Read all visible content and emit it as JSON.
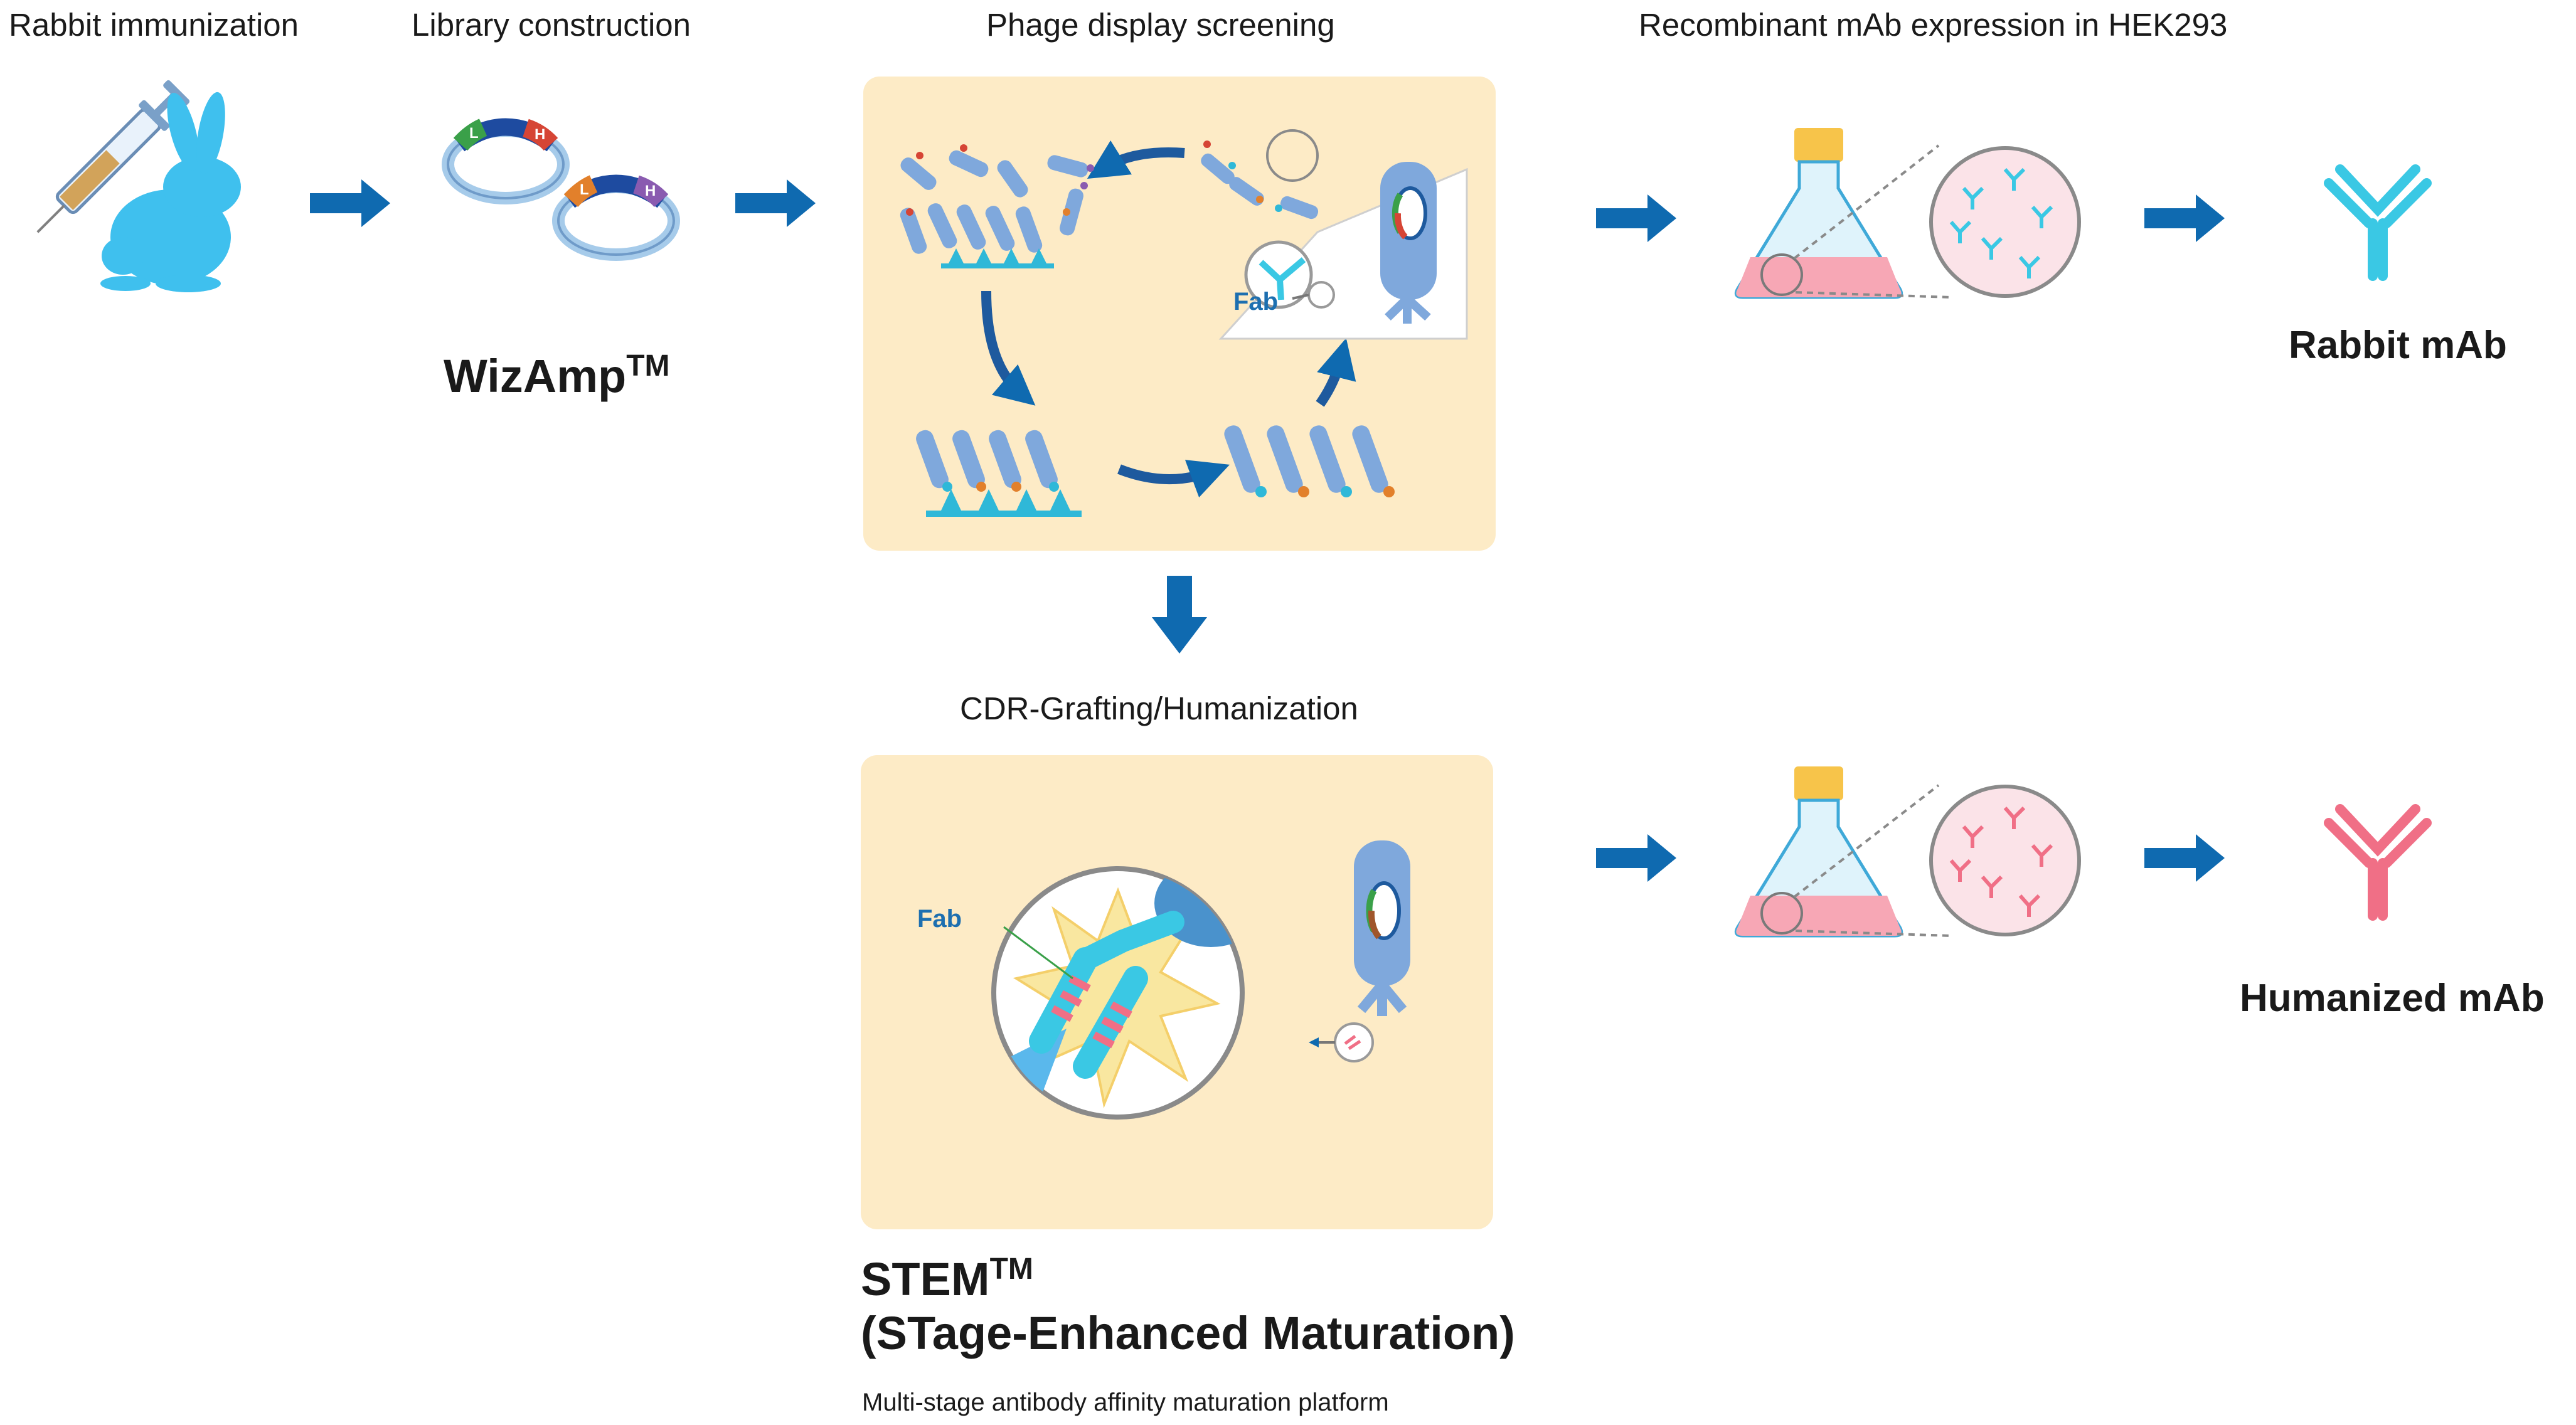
{
  "steps": {
    "immunization": "Rabbit immunization",
    "library": "Library construction",
    "phage": "Phage display screening",
    "expression": "Recombinant  mAb expression in HEK293",
    "cdr": "CDR-Grafting/Humanization"
  },
  "wizamp": {
    "name": "WizAmp",
    "tm": "TM"
  },
  "plasmid_labels": {
    "light": "L",
    "heavy": "H"
  },
  "fab_label": "Fab",
  "outputs": {
    "rabbit": "Rabbit mAb",
    "humanized": "Humanized mAb"
  },
  "stem": {
    "name": "STEM",
    "tm": "TM",
    "full": "(STage-Enhanced Maturation)",
    "description": "Multi-stage antibody affinity maturation platform"
  },
  "colors": {
    "arrow": "#0f6ab0",
    "rabbit": "#3fc0ee",
    "antibody_cyan": "#3ac8e4",
    "antibody_pink": "#f06f86",
    "panel": "#fdebc6",
    "phage": "#7fa8dc",
    "flask_liquid": "#f7a7b5"
  },
  "icons": [
    "syringe-icon",
    "rabbit-icon",
    "plasmid-icon",
    "phage-icon",
    "flask-icon",
    "antibody-icon",
    "arrow-right-icon",
    "arrow-down-icon"
  ]
}
